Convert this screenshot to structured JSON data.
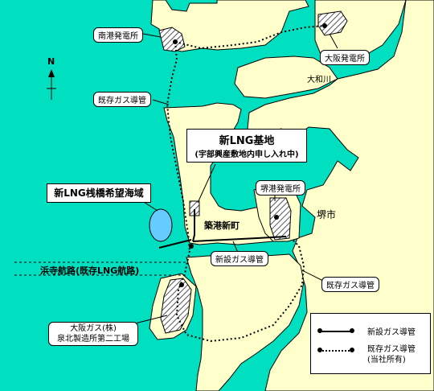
{
  "map": {
    "north_label": "N",
    "city_label": "堺市",
    "river_label": "大和川",
    "district_label": "築港新町",
    "new_base": {
      "title": "新LNG基地",
      "subtitle": "(宇部興産敷地内申し入れ中)"
    },
    "pier_area_label": "新LNG桟橋希望海域",
    "channel_label": "浜寺航路(既存LNG航路)",
    "plants": {
      "nanko": "南港発電所",
      "osaka": "大阪発電所",
      "sakaiko": "堺港発電所",
      "senboku": [
        "大阪ガス(株)",
        "泉北製造所第二工場"
      ]
    },
    "pipeline_callouts": {
      "existing_north": "既存ガス導管",
      "new": "新設ガス導管",
      "existing_south": "既存ガス導管"
    },
    "legend": {
      "new_pipeline": "新設ガス導管",
      "existing_pipeline": [
        "既存ガス導管",
        "(当社所有)"
      ]
    },
    "colors": {
      "sea": "#00e0c0",
      "land": "#ffffcc",
      "pier_area": "#66ccff",
      "hatch": "#888888"
    }
  }
}
